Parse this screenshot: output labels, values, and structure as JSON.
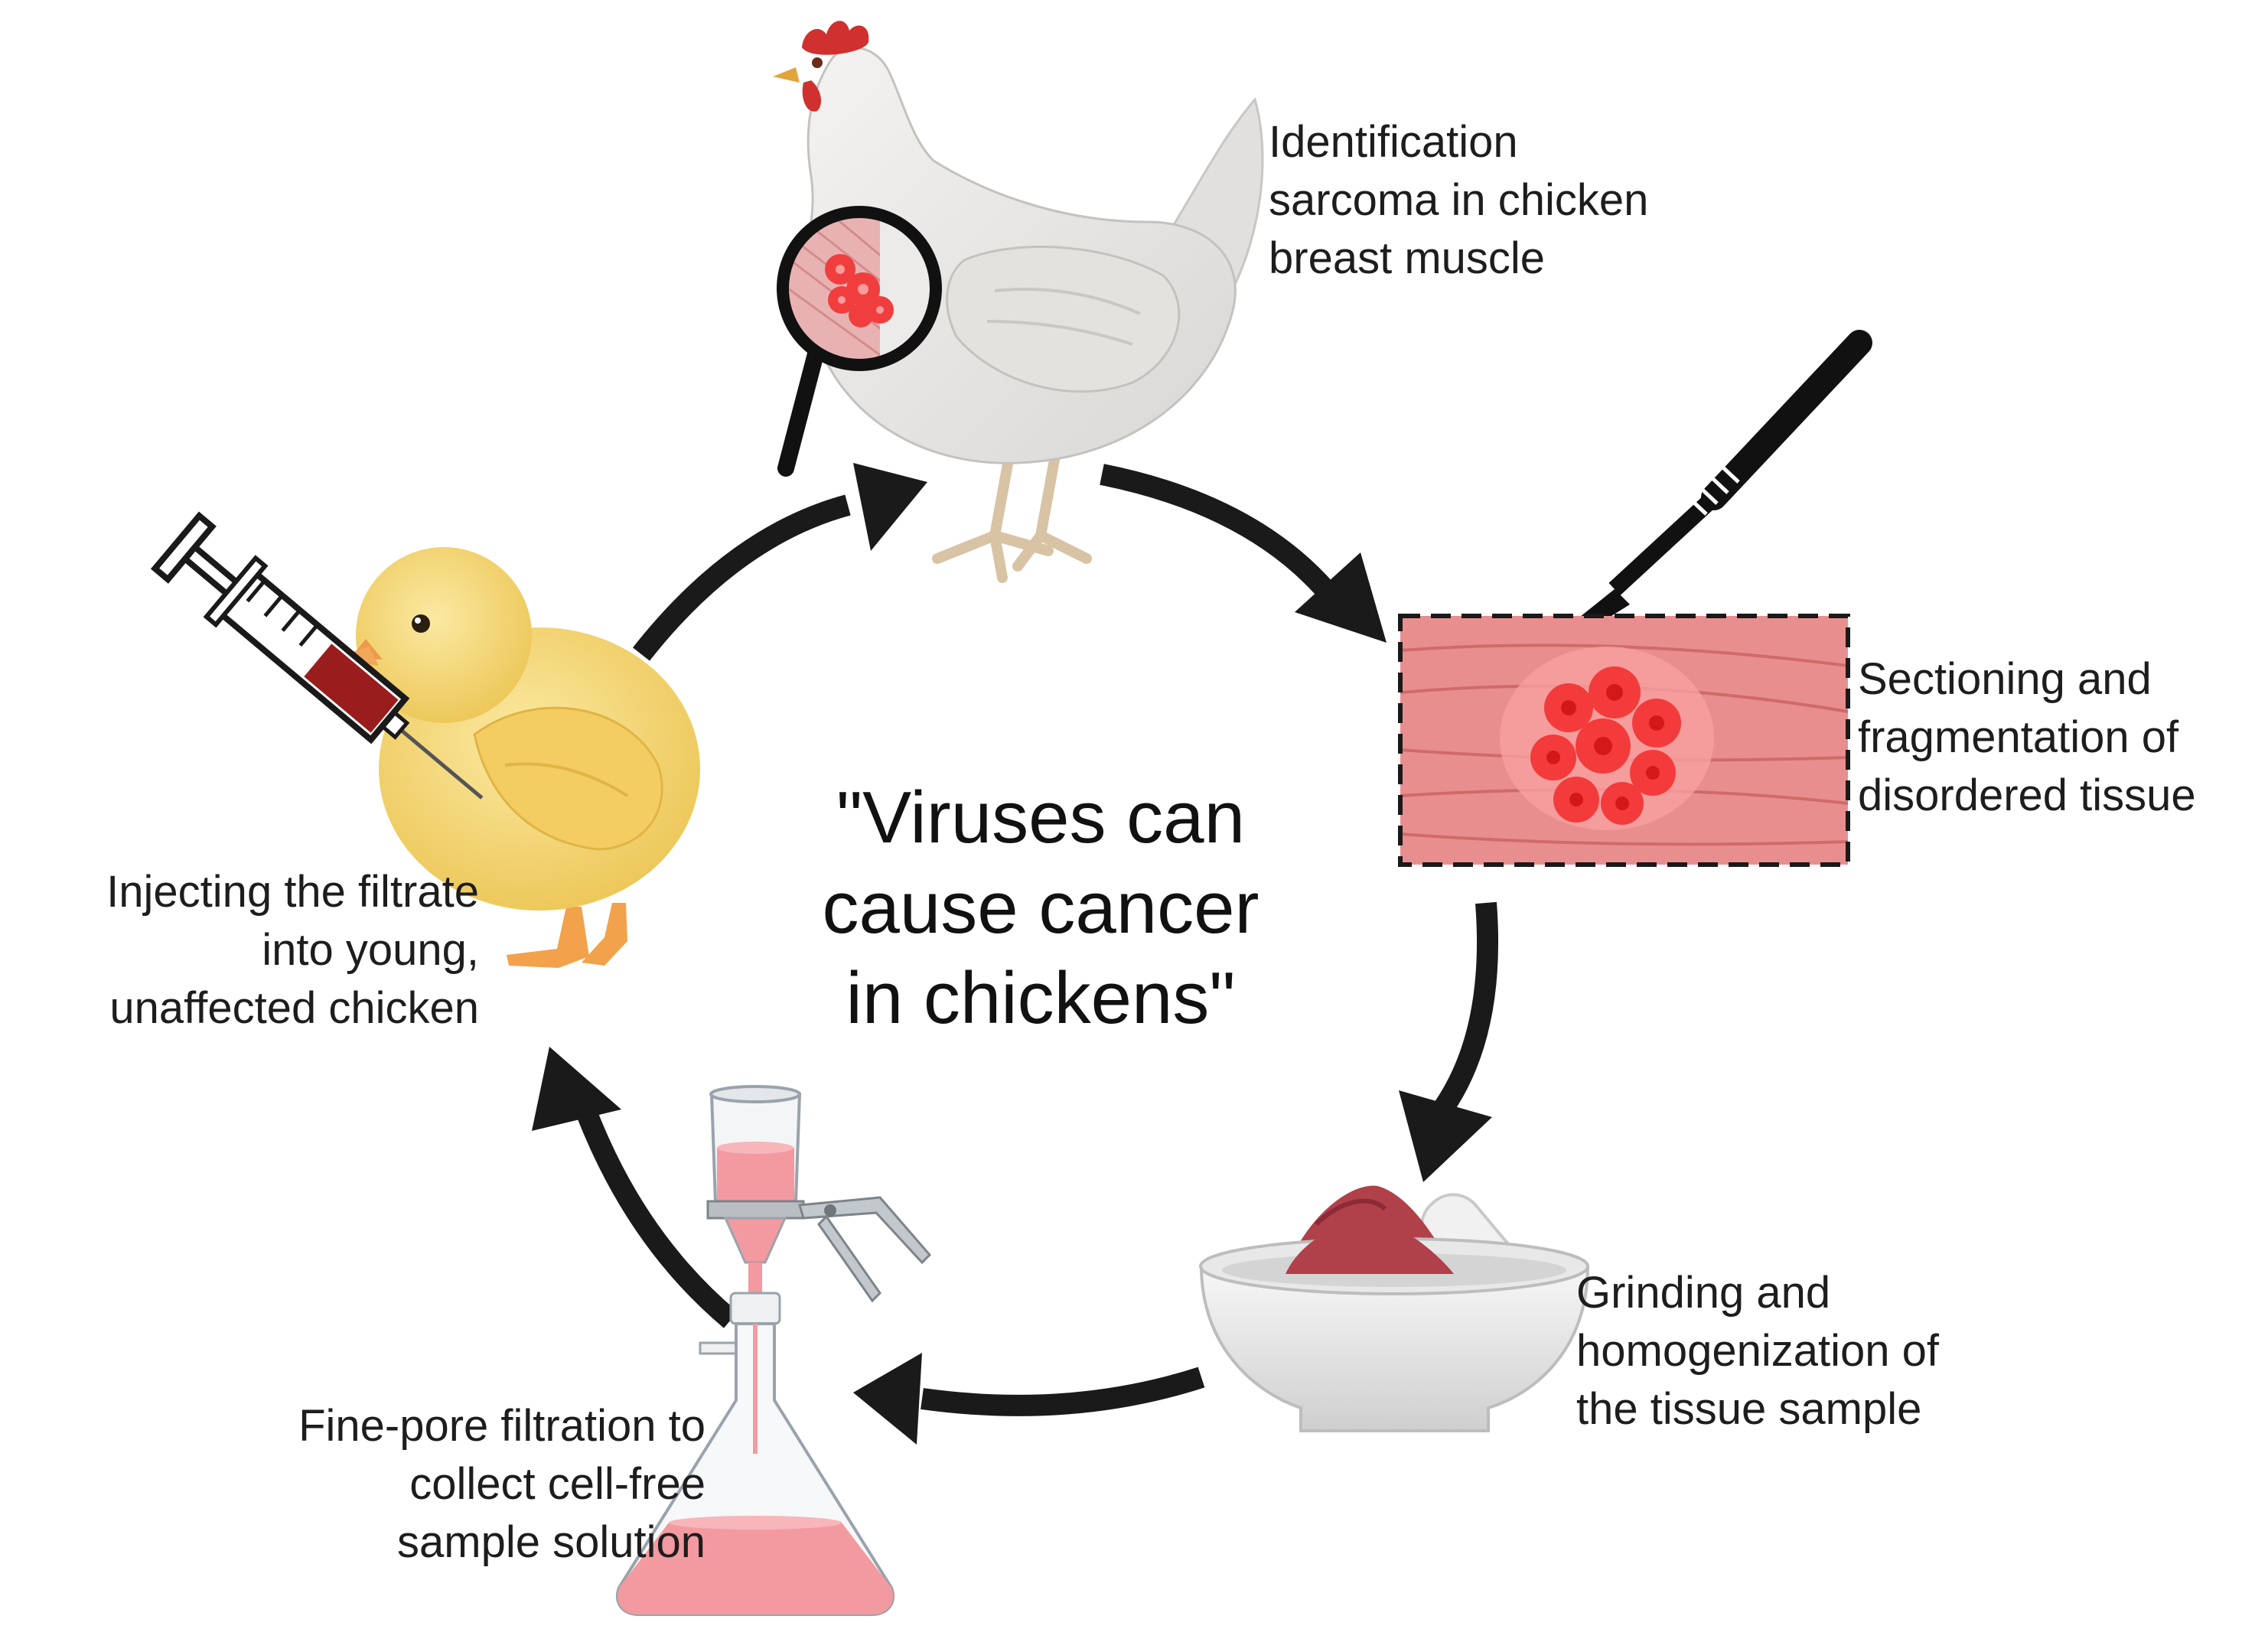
{
  "center_text": [
    "\"Viruses can",
    "cause cancer",
    "in chickens\""
  ],
  "steps": [
    {
      "id": "identification",
      "lines": [
        "Identification",
        "sarcoma in chicken",
        "breast muscle"
      ]
    },
    {
      "id": "sectioning",
      "lines": [
        "Sectioning and",
        "fragmentation of",
        "disordered tissue"
      ]
    },
    {
      "id": "grinding",
      "lines": [
        "Grinding and",
        "homogenization of",
        "the tissue  sample"
      ]
    },
    {
      "id": "filtration",
      "lines": [
        "Fine-pore filtration to",
        "collect cell-free",
        "sample solution"
      ]
    },
    {
      "id": "injection",
      "lines": [
        "Injecting the filtrate",
        "into young,",
        "unaffected chicken"
      ]
    }
  ],
  "icons": [
    "hen-icon",
    "magnifier-icon",
    "scalpel-icon",
    "tumor-tissue-icon",
    "mortar-pestle-icon",
    "filtration-flask-icon",
    "chick-icon",
    "syringe-icon"
  ],
  "colors": {
    "arrow": "#1a1a1a",
    "tissue": "#e07a7a",
    "tumor": "#f23b3b",
    "chick": "#f7d873",
    "hen": "#ecebea",
    "liquid": "#f4a3a6",
    "sample": "#b0404a"
  }
}
